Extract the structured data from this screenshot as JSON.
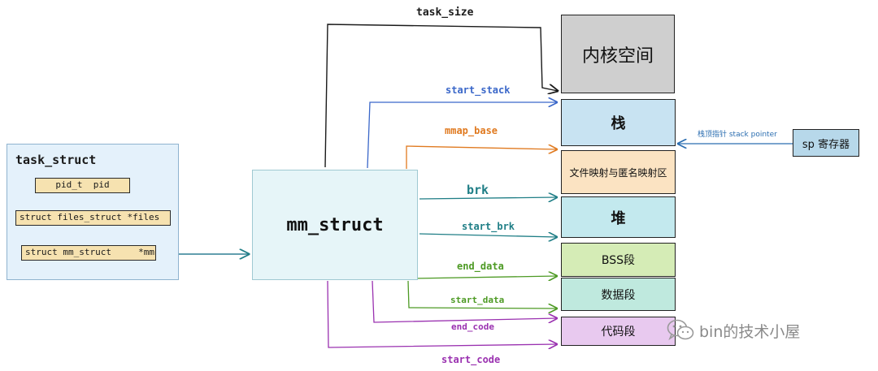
{
  "task_struct": {
    "title": "task_struct",
    "fields": [
      "pid_t  pid",
      "struct files_struct *files",
      "struct mm_struct     *mm"
    ]
  },
  "mm_struct": {
    "title": "mm_struct"
  },
  "segments": {
    "kernel": "内核空间",
    "stack": "栈",
    "mmap": "文件映射与匿名映射区",
    "heap": "堆",
    "bss": "BSS段",
    "data": "数据段",
    "code": "代码段"
  },
  "pointers": {
    "task_size": "task_size",
    "start_stack": "start_stack",
    "mmap_base": "mmap_base",
    "brk": "brk",
    "start_brk": "start_brk",
    "end_data": "end_data",
    "start_data": "start_data",
    "end_code": "end_code",
    "start_code": "start_code"
  },
  "sp_register": {
    "label": "sp 寄存器",
    "arrow_label": "栈顶指针 stack pointer"
  },
  "watermark": {
    "text": "bin的技术小屋",
    "icon": "wechat-icon"
  },
  "colors": {
    "task_size": "#1a1a1a",
    "start_stack": "#3a67c9",
    "mmap_base": "#e07a20",
    "brk": "#1f7e86",
    "data": "#4d9a24",
    "code": "#9a31b0",
    "growth_arrow": "#d23a3a"
  }
}
